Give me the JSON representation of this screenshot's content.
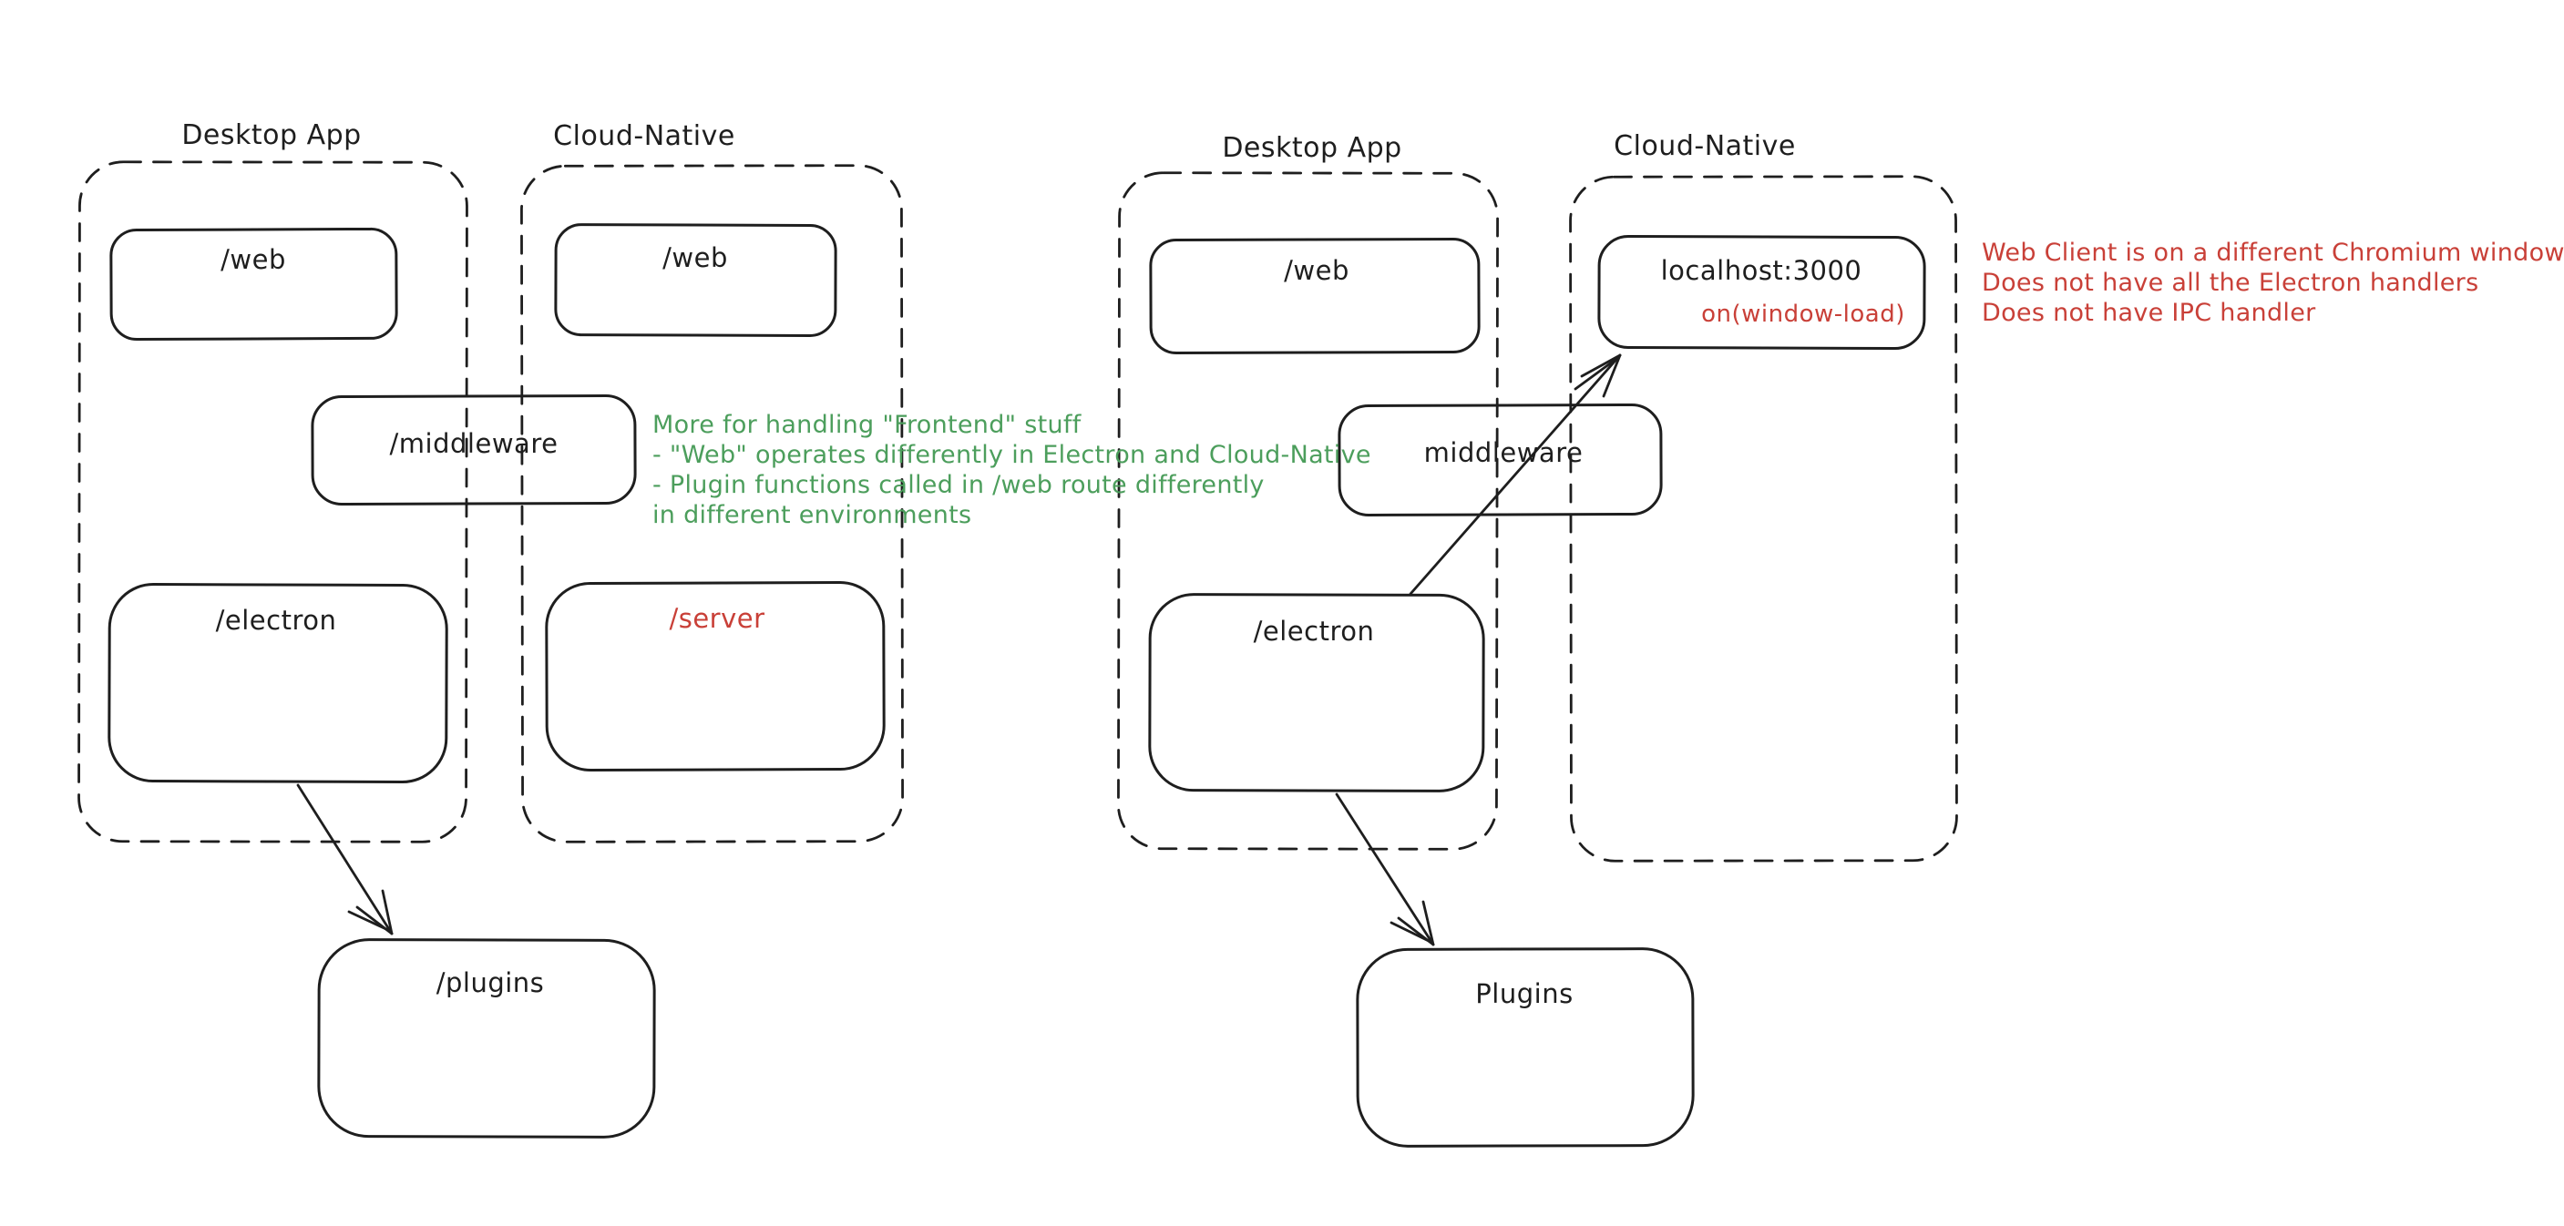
{
  "colors": {
    "ink": "#1e1e1e",
    "green": "#4c9e5c",
    "red": "#c94038",
    "background": "#ffffff"
  },
  "left_diagram": {
    "desktop_group_label": "Desktop App",
    "cloud_group_label": "Cloud-Native",
    "desktop_web_box": "/web",
    "cloud_web_box": "/web",
    "middleware_box": "/middleware",
    "electron_box": "/electron",
    "server_box": "/server",
    "plugins_box": "/plugins",
    "green_note_lines": [
      "More for handling \"Frontend\" stuff",
      "- \"Web\" operates differently in Electron and Cloud-Native",
      "- Plugin functions called in /web route differently",
      "in different environments"
    ]
  },
  "right_diagram": {
    "desktop_group_label": "Desktop App",
    "cloud_group_label": "Cloud-Native",
    "desktop_web_box": "/web",
    "localhost_box": "localhost:3000",
    "localhost_sub_label": "on(window-load)",
    "middleware_box": "middleware",
    "electron_box": "/electron",
    "plugins_box": "Plugins",
    "red_note_lines": [
      "Web Client is on a different Chromium window",
      "Does not have all the Electron handlers",
      "Does not have IPC handler"
    ]
  }
}
